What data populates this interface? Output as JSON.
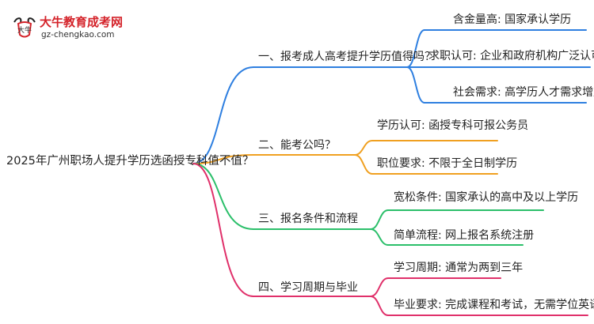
{
  "logo": {
    "brand": "大牛教育成考网",
    "domain": "gz-chengkao.com",
    "mark_text": "大牛"
  },
  "root": {
    "label": "2025年广州职场人提升学历选函授专科值不值？"
  },
  "branches": [
    {
      "label": "一、报考成人高考提升学历值得吗？",
      "color": "#2e7fe0",
      "children": [
        "含金量高: 国家承认学历",
        "求职认可: 企业和政府机构广泛认可",
        "社会需求: 高学历人才需求增加"
      ]
    },
    {
      "label": "二、能考公吗？",
      "color": "#f0a020",
      "children": [
        "学历认可: 函授专科可报公务员",
        "职位要求: 不限于全日制学历"
      ]
    },
    {
      "label": "三、报名条件和流程",
      "color": "#2bbf6a",
      "children": [
        "宽松条件: 国家承认的高中及以上学历",
        "简单流程: 网上报名系统注册"
      ]
    },
    {
      "label": "四、学习周期与毕业",
      "color": "#e0306a",
      "children": [
        "学习周期: 通常为两到三年",
        "毕业要求: 完成课程和考试，无需学位英语考试"
      ]
    }
  ]
}
